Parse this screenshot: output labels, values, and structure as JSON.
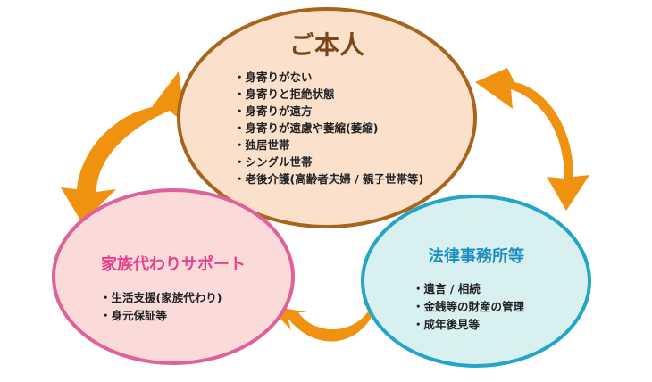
{
  "colors": {
    "arrow": "#f0920f",
    "center_fill": "#fbe0cc",
    "center_stroke": "#a8641a",
    "center_title": "#7a4818",
    "left_fill": "#fbdada",
    "left_stroke": "#e0609a",
    "left_title": "#e8408a",
    "right_fill": "#d9f0f1",
    "right_stroke": "#22a5c9",
    "right_title": "#1c8fc0"
  },
  "center": {
    "title": "ご本人",
    "items": [
      "・身寄りがない",
      "・身寄りと拒絶状態",
      "・身寄りが遠方",
      "・身寄りが遠慮や萎縮(萎縮)",
      "・独居世帯",
      "・シングル世帯",
      "・老後介護(高齢者夫婦 / 親子世帯等)"
    ]
  },
  "left": {
    "title": "家族代わりサポート",
    "items": [
      "・生活支援(家族代わり)",
      "・身元保証等"
    ]
  },
  "right": {
    "title": "法律事務所等",
    "items": [
      "・遺言 / 相続",
      "・金銭等の財産の管理",
      "・成年後見等"
    ]
  }
}
